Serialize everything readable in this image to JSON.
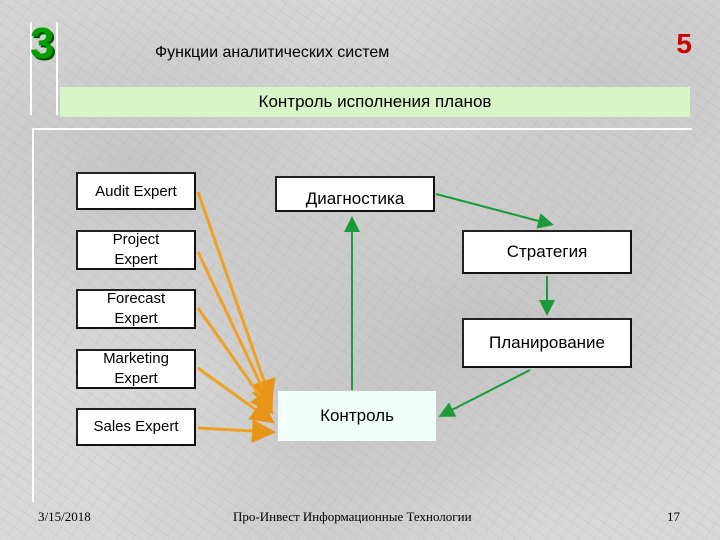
{
  "header": {
    "slide_number": "3",
    "corner_number": "5",
    "title": "Функции аналитических систем"
  },
  "banner": {
    "label": "Контроль исполнения планов"
  },
  "tools": {
    "audit": "Audit Expert",
    "project_line1": "Project",
    "project_line2": "Expert",
    "forecast_line1": "Forecast",
    "forecast_line2": "Expert",
    "marketing_line1": "Marketing",
    "marketing_line2": "Expert",
    "sales": "Sales Expert"
  },
  "cycle": {
    "diagnostics": "Диагностика",
    "strategy": "Стратегия",
    "planning": "Планирование",
    "control": "Контроль"
  },
  "footer": {
    "date": "3/15/2018",
    "center": "Про-Инвест Информационные Технологии",
    "page": "17"
  },
  "colors": {
    "orange_arrow": "#f0a020",
    "green_arrow": "#1a9a3a",
    "banner_bg": "#d8f5c8"
  }
}
